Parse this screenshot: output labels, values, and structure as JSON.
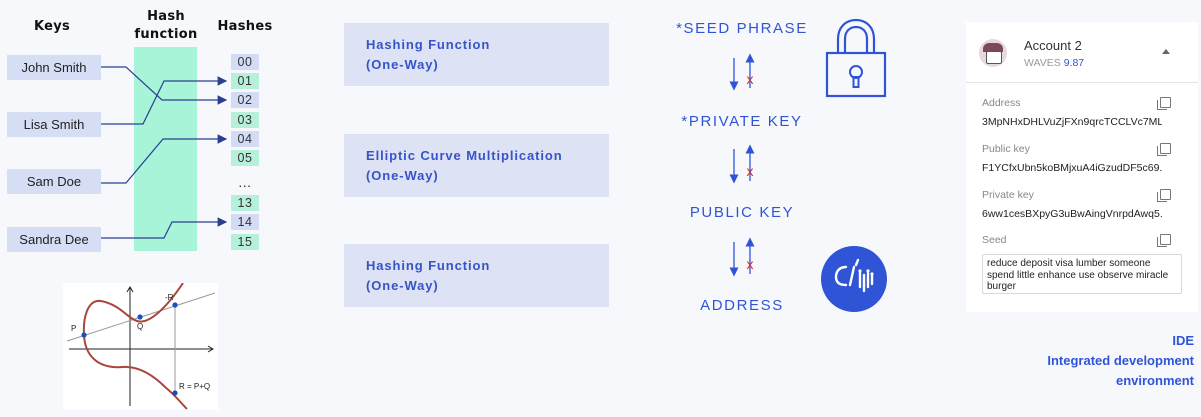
{
  "hash_table": {
    "headers": {
      "keys": "Keys",
      "hash_function_l1": "Hash",
      "hash_function_l2": "function",
      "hashes": "Hashes"
    },
    "keys": [
      "John Smith",
      "Lisa Smith",
      "Sam Doe",
      "Sandra Dee"
    ],
    "hashes": [
      "00",
      "01",
      "02",
      "03",
      "04",
      "05",
      "...",
      "13",
      "14",
      "15"
    ]
  },
  "curve": {
    "labels": {
      "p": "P",
      "q": "Q",
      "neg_r": "-R",
      "r": "R = P+Q"
    }
  },
  "steps": [
    {
      "line1": "Hashing Function",
      "line2": "(One-Way)"
    },
    {
      "line1": "Elliptic Curve Multiplication",
      "line2": "(One-Way)"
    },
    {
      "line1": "Hashing Function",
      "line2": "(One-Way)"
    }
  ],
  "chain": {
    "seed": "*SEED PHRASE",
    "private_key": "*PRIVATE KEY",
    "public_key": "PUBLIC KEY",
    "address": "ADDRESS",
    "blocked_mark": "x"
  },
  "wallet": {
    "account_name": "Account 2",
    "balance_currency": "WAVES",
    "balance_value": "9.87",
    "address_label": "Address",
    "address_value": "3MpNHxDHLVuZjFXn9qrcTCCLVc7ML...",
    "public_key_label": "Public key",
    "public_key_value": "F1YCfxUbn5koBMjxuA4iGzudDF5c69...",
    "private_key_label": "Private key",
    "private_key_value": "6ww1cesBXpyG3uBwAingVnrpdAwq5...",
    "seed_label": "Seed",
    "seed_value": "reduce deposit visa lumber someone spend little enhance use observe miracle burger"
  },
  "ide": {
    "title": "IDE",
    "line2": "Integrated development",
    "line3": "environment"
  },
  "colors": {
    "accent_blue": "#2f55d6",
    "mint": "#a8f4d8",
    "key_box": "#d6def5",
    "curve_red": "#a8463c",
    "cross_red": "#d0342c"
  }
}
